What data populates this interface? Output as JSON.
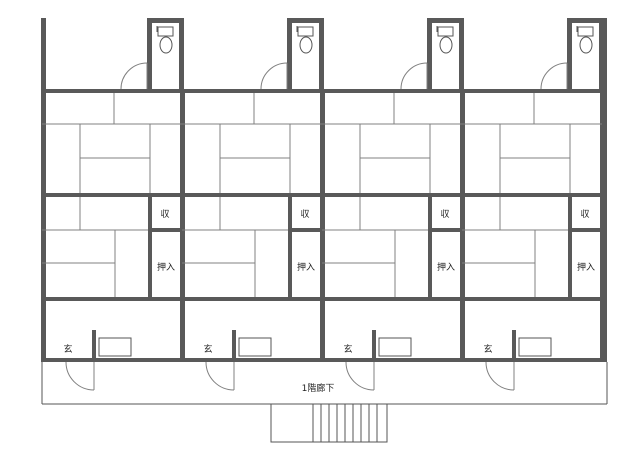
{
  "units": [
    {
      "closet_label": "収",
      "storage_label": "押入",
      "entry_label": "玄"
    },
    {
      "closet_label": "収",
      "storage_label": "押入",
      "entry_label": "玄"
    },
    {
      "closet_label": "収",
      "storage_label": "押入",
      "entry_label": "玄"
    },
    {
      "closet_label": "収",
      "storage_label": "押入",
      "entry_label": "玄"
    }
  ],
  "corridor": {
    "label": "1階廊下"
  }
}
